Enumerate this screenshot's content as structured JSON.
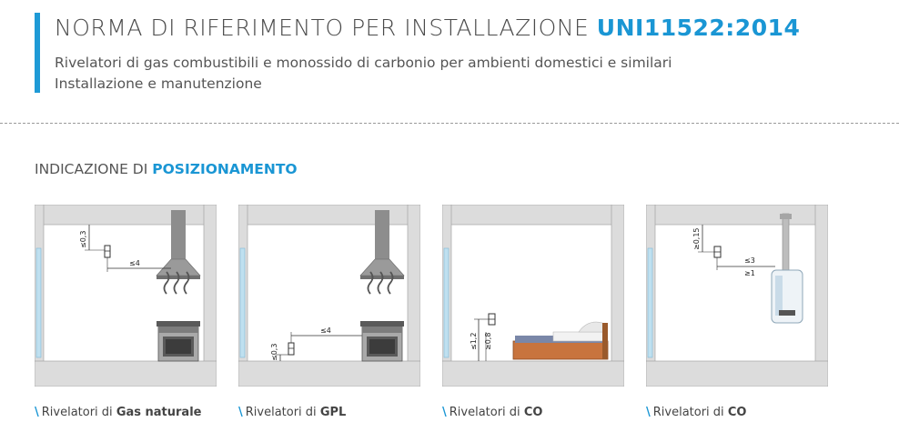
{
  "header": {
    "title_main": "NORMA DI RIFERIMENTO PER INSTALLAZIONE ",
    "title_code": "UNI11522:2014",
    "subtitle_line1": "Rivelatori di gas combustibili e monossido di carbonio per ambienti domestici e similari",
    "subtitle_line2": "Installazione e manutenzione"
  },
  "section": {
    "prefix": "INDICAZIONE DI ",
    "highlight": "POSIZIONAMENTO"
  },
  "colors": {
    "accent": "#1a96d4",
    "concrete": "#dcdcdc",
    "window": "#bfe0f0"
  },
  "panels": [
    {
      "caption_prefix": "Rivelatori di ",
      "caption_bold": "Gas naturale",
      "dims": [
        "≤0,3",
        "≤4"
      ],
      "icons": [
        "gas-detector-icon",
        "range-hood-icon",
        "stove-icon",
        "heat-waves-icon"
      ]
    },
    {
      "caption_prefix": "Rivelatori di ",
      "caption_bold": "GPL",
      "dims": [
        "≤0,3",
        "≤4"
      ],
      "icons": [
        "gas-detector-icon",
        "range-hood-icon",
        "stove-icon",
        "heat-waves-icon"
      ]
    },
    {
      "caption_prefix": "Rivelatori di ",
      "caption_bold": "CO",
      "dims": [
        "≤1,2",
        "≥0,8"
      ],
      "icons": [
        "co-detector-icon",
        "bed-icon"
      ]
    },
    {
      "caption_prefix": "Rivelatori di ",
      "caption_bold": "CO",
      "dims": [
        "≥0,15",
        "≤3",
        "≥1"
      ],
      "icons": [
        "co-detector-icon",
        "boiler-icon"
      ]
    }
  ]
}
